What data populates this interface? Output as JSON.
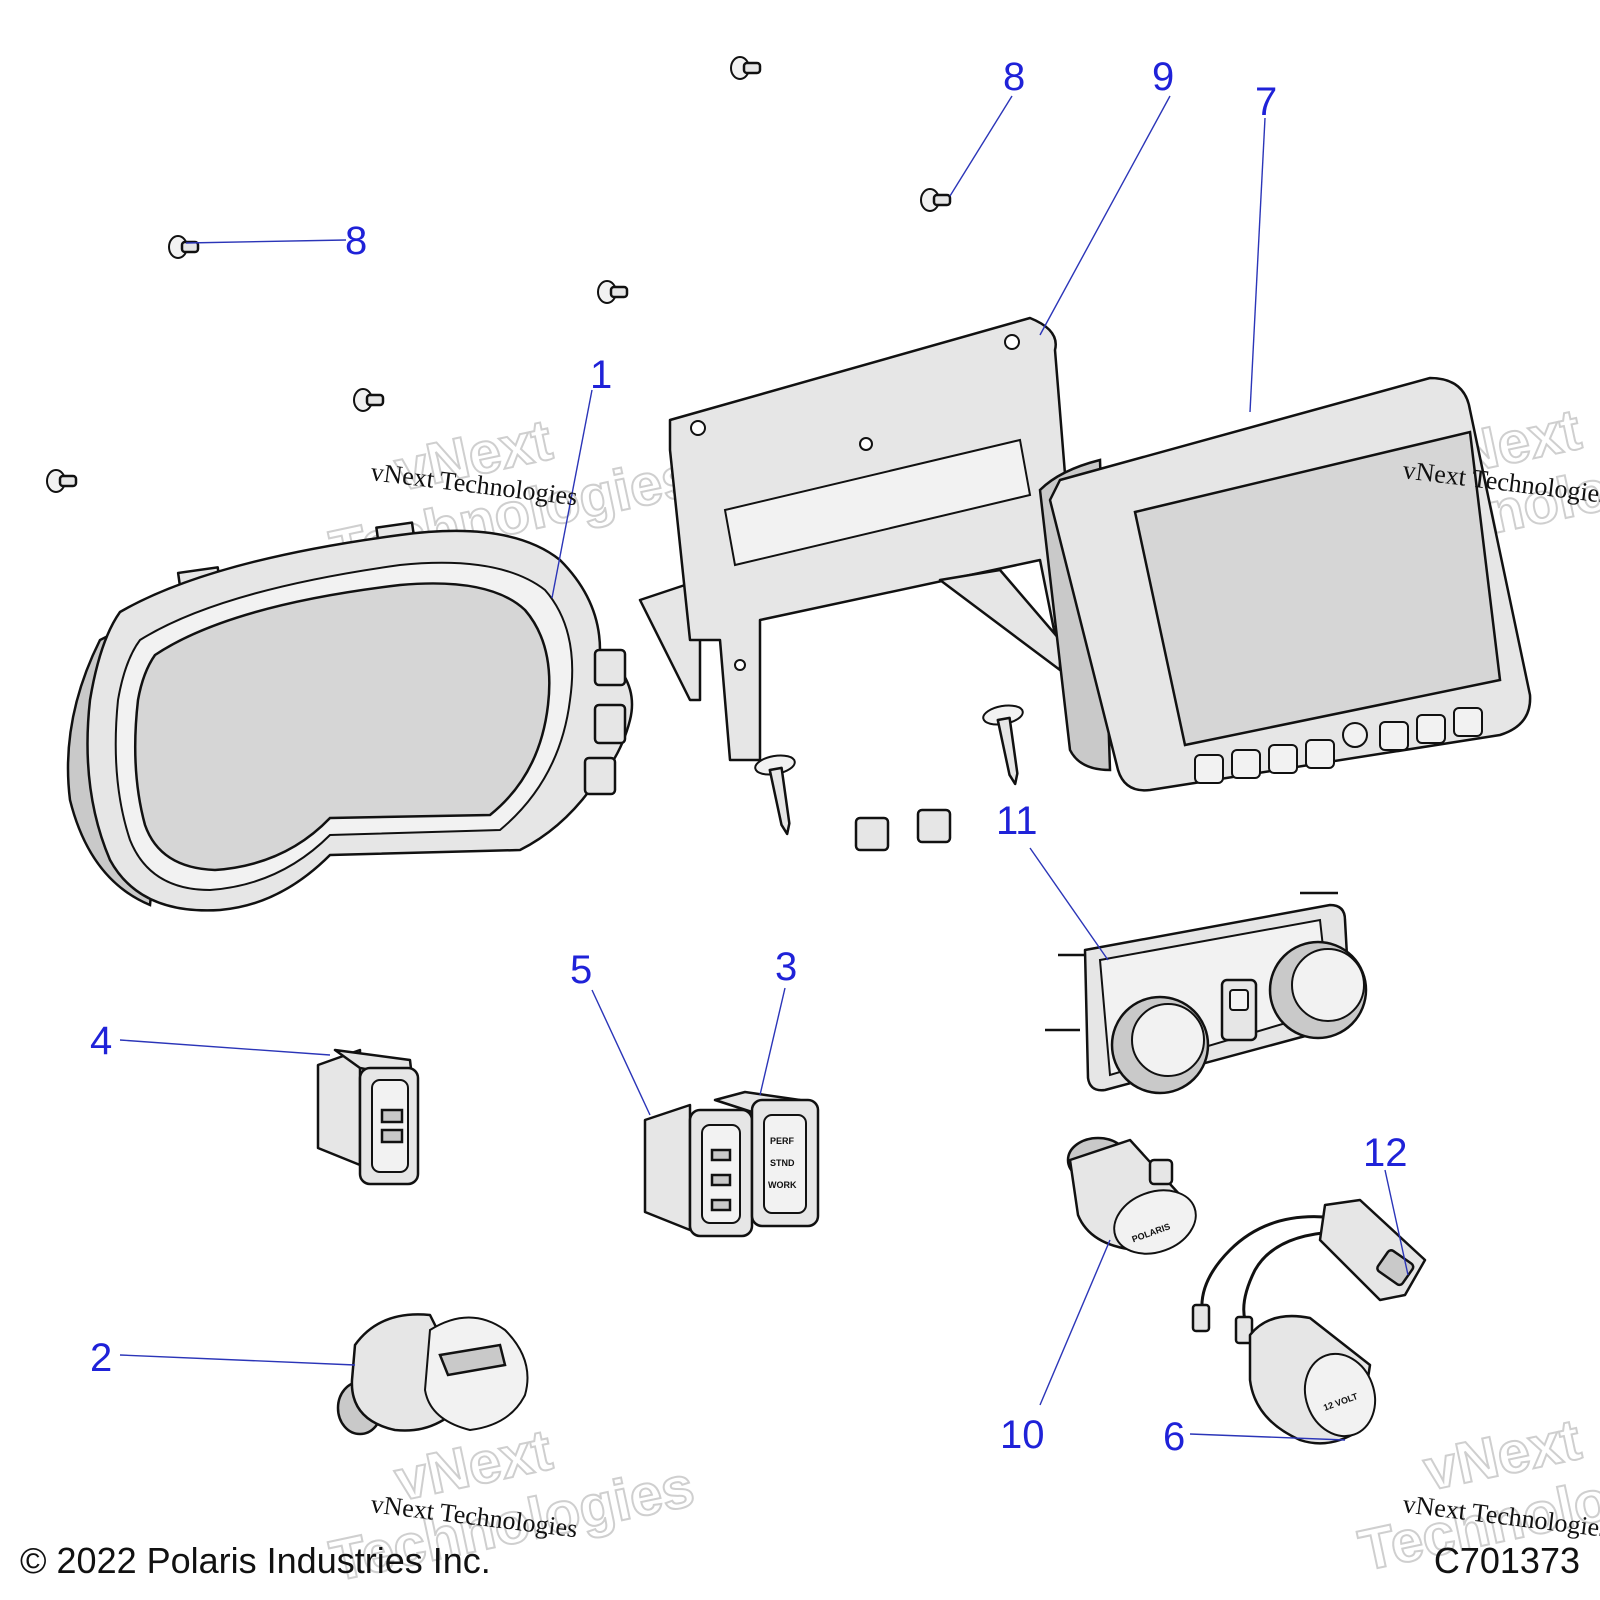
{
  "callouts": {
    "c1": "1",
    "c2": "2",
    "c3": "3",
    "c4": "4",
    "c5": "5",
    "c6": "6",
    "c7": "7",
    "c8a": "8",
    "c8b": "8",
    "c9": "9",
    "c10": "10",
    "c11": "11",
    "c12": "12"
  },
  "watermark": {
    "line": "vNext Technologies",
    "big_top": "vNext",
    "big_bottom": "Technologies"
  },
  "labels": {
    "switch3_line1": "PERF",
    "switch3_line2": "STND",
    "switch3_line3": "WORK",
    "socket6": "12 VOLT",
    "plug10": "POLARIS"
  },
  "footer": {
    "copyright": "© 2022 Polaris Industries Inc.",
    "diagram_code": "C701373"
  },
  "colors": {
    "callout": "#1f22d8",
    "leader": "#2b35b8",
    "part_fill": "#e6e6e6",
    "outline": "#111111"
  }
}
